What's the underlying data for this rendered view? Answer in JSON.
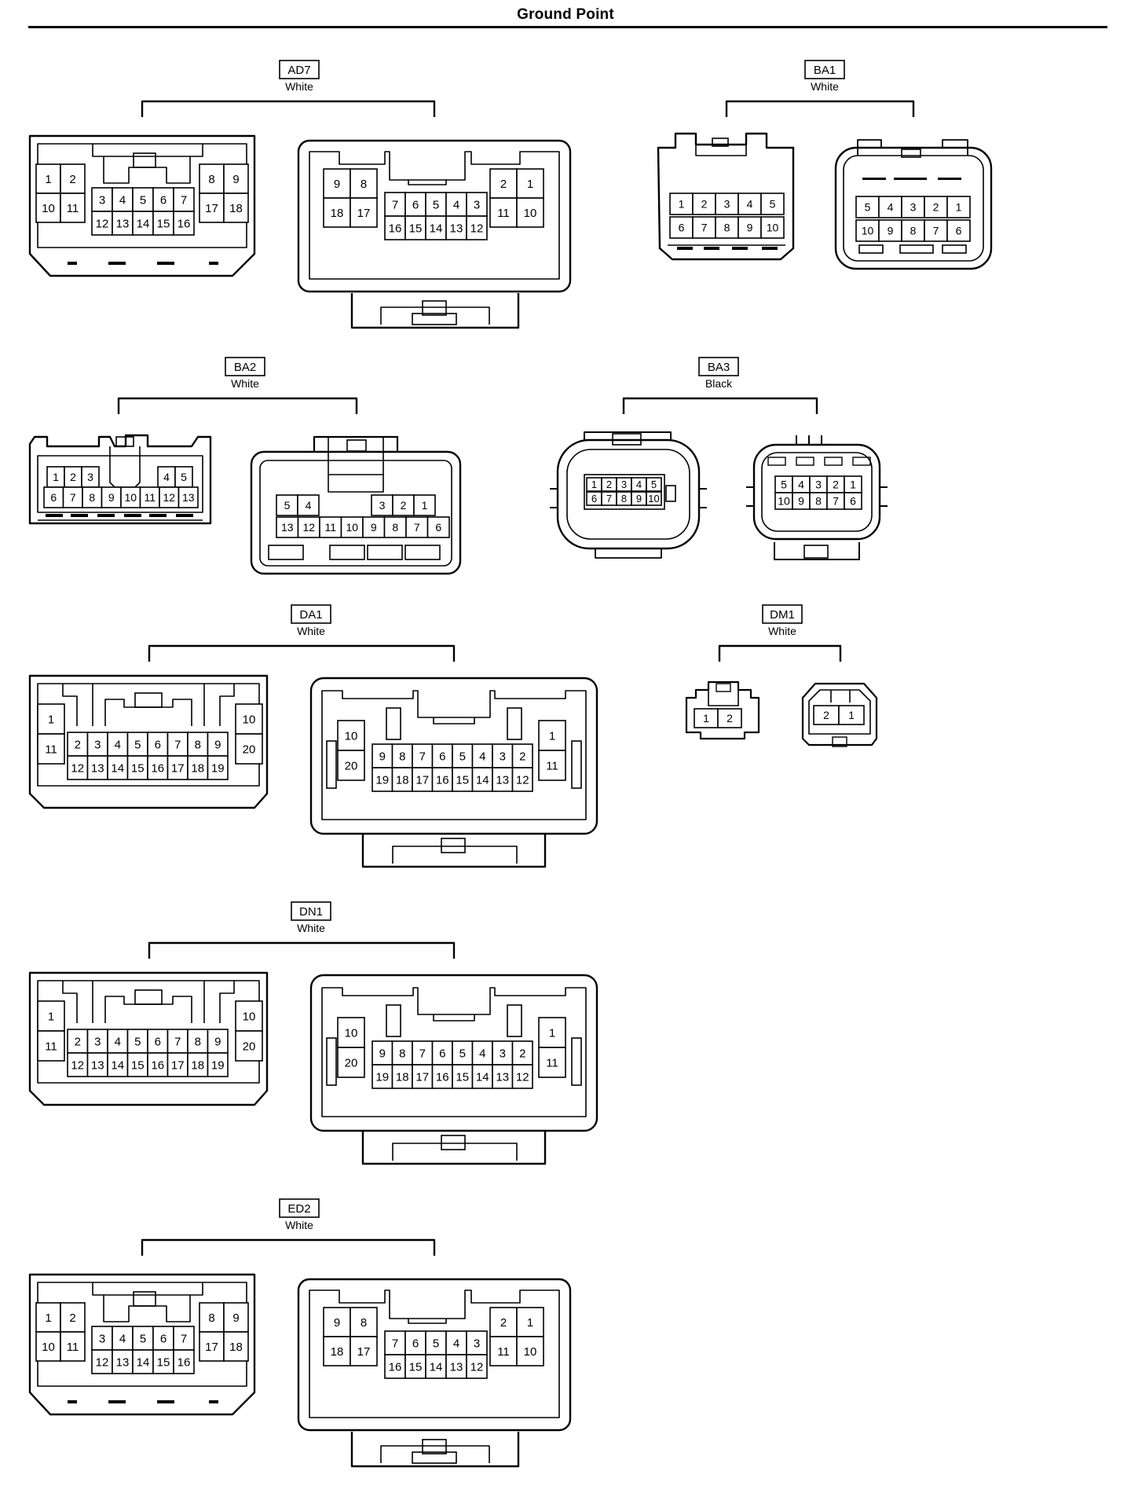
{
  "page": {
    "title": "Ground Point"
  },
  "connectors": [
    {
      "id": "AD7",
      "color": "White",
      "male": {
        "rows": [
          [
            "1",
            "2",
            "",
            "8",
            "9"
          ],
          [
            "10",
            "11",
            "3",
            "4",
            "5",
            "6",
            "7",
            "17",
            "18"
          ],
          [
            "12",
            "13",
            "14",
            "15",
            "16"
          ]
        ]
      },
      "female": {
        "rows": [
          [
            "9",
            "8",
            "2",
            "1"
          ],
          [
            "18",
            "17",
            "7",
            "6",
            "5",
            "4",
            "3",
            "11",
            "10"
          ],
          [
            "16",
            "15",
            "14",
            "13",
            "12"
          ]
        ]
      }
    },
    {
      "id": "BA1",
      "color": "White",
      "male": {
        "rows": [
          [
            "1",
            "2",
            "3",
            "4",
            "5"
          ],
          [
            "6",
            "7",
            "8",
            "9",
            "10"
          ]
        ]
      },
      "female": {
        "rows": [
          [
            "5",
            "4",
            "3",
            "2",
            "1"
          ],
          [
            "10",
            "9",
            "8",
            "7",
            "6"
          ]
        ]
      }
    },
    {
      "id": "BA2",
      "color": "White",
      "male": {
        "rows": [
          [
            "1",
            "2",
            "3",
            "4",
            "5"
          ],
          [
            "6",
            "7",
            "8",
            "9",
            "10",
            "11",
            "12",
            "13"
          ]
        ]
      },
      "female": {
        "rows": [
          [
            "5",
            "4",
            "3",
            "2",
            "1"
          ],
          [
            "13",
            "12",
            "11",
            "10",
            "9",
            "8",
            "7",
            "6"
          ]
        ]
      }
    },
    {
      "id": "BA3",
      "color": "Black",
      "male": {
        "rows": [
          [
            "1",
            "2",
            "3",
            "4",
            "5"
          ],
          [
            "6",
            "7",
            "8",
            "9",
            "10"
          ]
        ]
      },
      "female": {
        "rows": [
          [
            "5",
            "4",
            "3",
            "2",
            "1"
          ],
          [
            "10",
            "9",
            "8",
            "7",
            "6"
          ]
        ]
      }
    },
    {
      "id": "DA1",
      "color": "White",
      "male": {
        "rows": [
          [
            "1",
            "10"
          ],
          [
            "11",
            "2",
            "3",
            "4",
            "5",
            "6",
            "7",
            "8",
            "9",
            "20"
          ],
          [
            "12",
            "13",
            "14",
            "15",
            "16",
            "17",
            "18",
            "19"
          ]
        ]
      },
      "female": {
        "rows": [
          [
            "10",
            "1"
          ],
          [
            "20",
            "9",
            "8",
            "7",
            "6",
            "5",
            "4",
            "3",
            "2",
            "11"
          ],
          [
            "19",
            "18",
            "17",
            "16",
            "15",
            "14",
            "13",
            "12"
          ]
        ]
      }
    },
    {
      "id": "DM1",
      "color": "White",
      "male": {
        "rows": [
          [
            "1",
            "2"
          ]
        ]
      },
      "female": {
        "rows": [
          [
            "2",
            "1"
          ]
        ]
      }
    },
    {
      "id": "DN1",
      "color": "White",
      "male": {
        "rows": [
          [
            "1",
            "10"
          ],
          [
            "11",
            "2",
            "3",
            "4",
            "5",
            "6",
            "7",
            "8",
            "9",
            "20"
          ],
          [
            "12",
            "13",
            "14",
            "15",
            "16",
            "17",
            "18",
            "19"
          ]
        ]
      },
      "female": {
        "rows": [
          [
            "10",
            "1"
          ],
          [
            "20",
            "9",
            "8",
            "7",
            "6",
            "5",
            "4",
            "3",
            "2",
            "11"
          ],
          [
            "19",
            "18",
            "17",
            "16",
            "15",
            "14",
            "13",
            "12"
          ]
        ]
      }
    },
    {
      "id": "ED2",
      "color": "White",
      "male": {
        "rows": [
          [
            "1",
            "2",
            "",
            "8",
            "9"
          ],
          [
            "10",
            "11",
            "3",
            "4",
            "5",
            "6",
            "7",
            "17",
            "18"
          ],
          [
            "12",
            "13",
            "14",
            "15",
            "16"
          ]
        ]
      },
      "female": {
        "rows": [
          [
            "9",
            "8",
            "2",
            "1"
          ],
          [
            "18",
            "17",
            "7",
            "6",
            "5",
            "4",
            "3",
            "11",
            "10"
          ],
          [
            "16",
            "15",
            "14",
            "13",
            "12"
          ]
        ]
      }
    }
  ]
}
